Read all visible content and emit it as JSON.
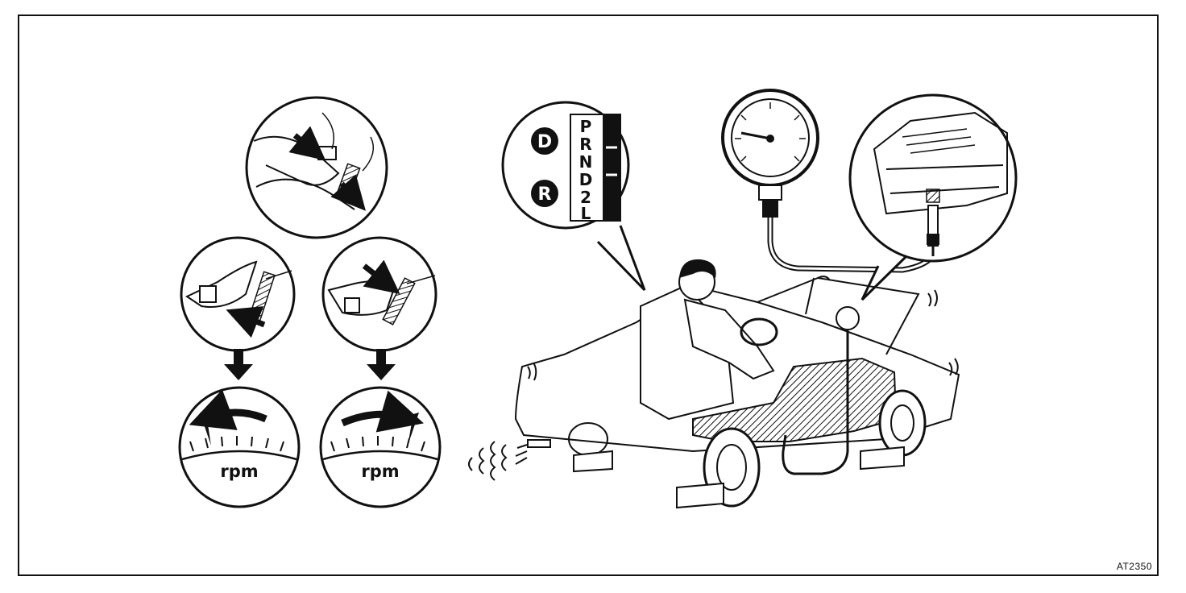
{
  "figure_code": "AT2350",
  "left_panel": {
    "gauges": [
      {
        "label": "rpm"
      },
      {
        "label": "rpm"
      }
    ]
  },
  "shift_bubble": {
    "badges": [
      "D",
      "R"
    ],
    "positions": [
      "P",
      "R",
      "N",
      "D",
      "2",
      "L"
    ]
  }
}
